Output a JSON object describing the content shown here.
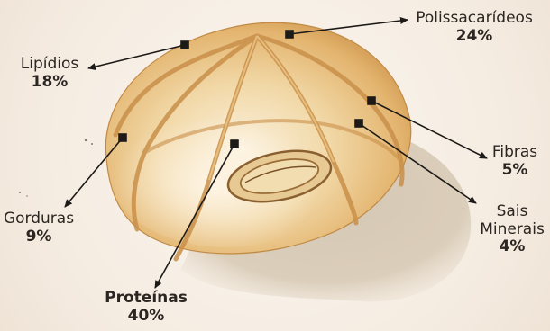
{
  "components": [
    {
      "id": "lipidios",
      "name": "Lipídios",
      "percent": "18%"
    },
    {
      "id": "polissacarideos",
      "name": "Polissacarídeos",
      "percent": "24%"
    },
    {
      "id": "fibras",
      "name": "Fibras",
      "percent": "5%"
    },
    {
      "id": "sais",
      "name": "Sais Minerais",
      "percent": "4%"
    },
    {
      "id": "gorduras",
      "name": "Gorduras",
      "percent": "9%"
    },
    {
      "id": "proteinas",
      "name": "Proteínas",
      "percent": "40%"
    }
  ],
  "sais_line1": "Sais",
  "sais_line2": "Minerais",
  "colors": {
    "cell_light": "#f3d6a0",
    "cell_mid": "#e2b36c",
    "cell_dark": "#c98e45",
    "shadow": "#c8b8a2",
    "arrow": "#1d1a18",
    "text": "#2c2622"
  }
}
